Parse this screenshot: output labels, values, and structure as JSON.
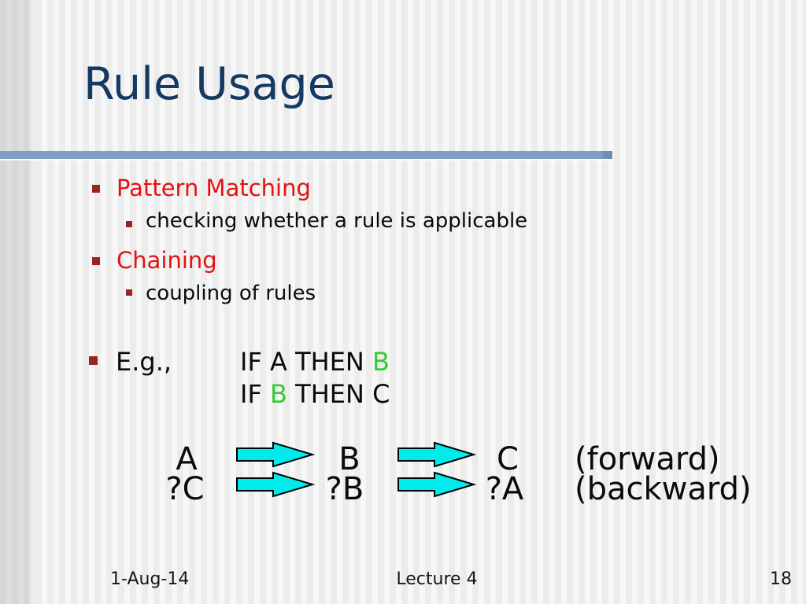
{
  "slide": {
    "title": "Rule Usage",
    "bullets": [
      {
        "label": "Pattern Matching",
        "sub": "checking whether a rule is applicable"
      },
      {
        "label": "Chaining",
        "sub": "coupling of rules"
      }
    ],
    "example": {
      "bullet_label": "E.g.,",
      "line1": {
        "pre": "IF A THEN ",
        "highlight": "B",
        "post": ""
      },
      "line2": {
        "pre": "IF ",
        "highlight": "B",
        "post": " THEN C"
      }
    },
    "diagram": {
      "rows": [
        {
          "nodes": [
            "A",
            "B",
            "C"
          ],
          "annotation": "(forward)"
        },
        {
          "nodes": [
            "?C",
            "?B",
            "?A"
          ],
          "annotation": "(backward)"
        }
      ]
    },
    "footer": {
      "date": "1-Aug-14",
      "center": "Lecture 4",
      "page": "18"
    },
    "colors": {
      "title_navy": "#143a63",
      "heading_red": "#e21212",
      "bullet_square_dark_red": "#992424",
      "accent_line_blue": "#7d9ec0",
      "highlight_green": "#33cc33",
      "arrow_fill_cyan": "#00ecec",
      "background_stripe_light": "#f7f7f7",
      "background_stripe_dark": "#ececec"
    }
  }
}
